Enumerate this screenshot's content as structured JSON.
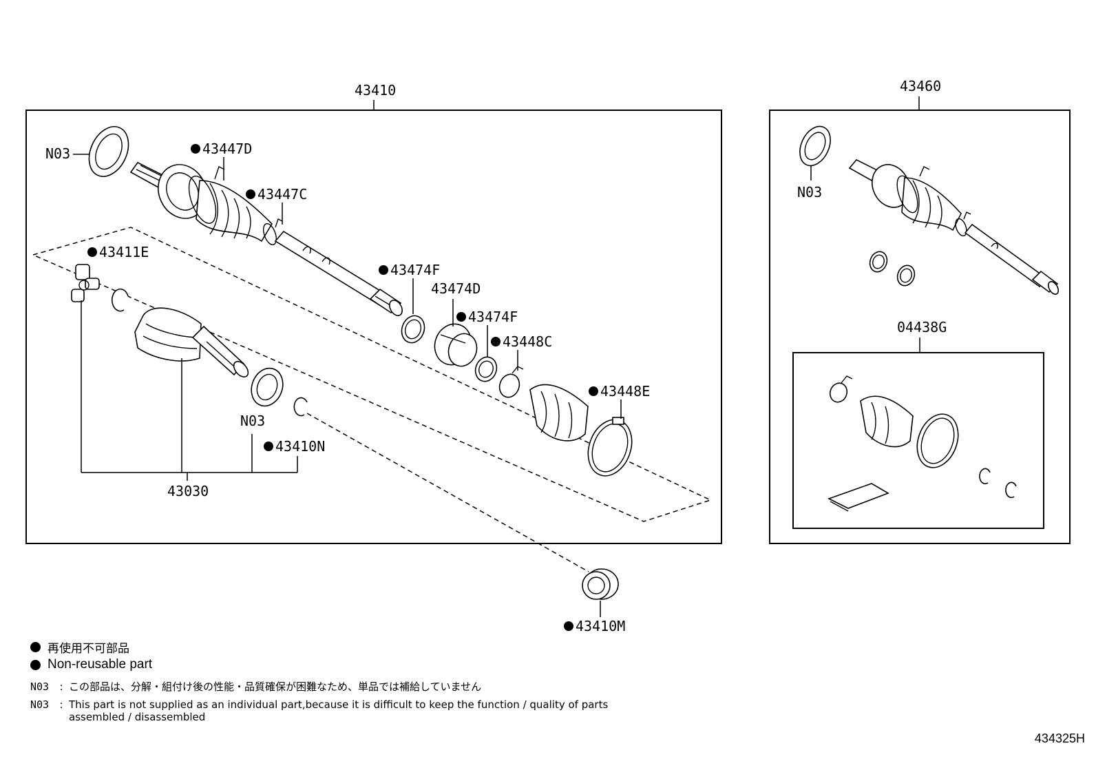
{
  "assemblies": {
    "main_assembly": "43410",
    "right_assembly": "43460",
    "boot_kit": "04438G",
    "inboard_joint": "43030"
  },
  "parts": {
    "n03_main_top": "N03",
    "p43447D": "43447D",
    "p43447C": "43447C",
    "p43411E": "43411E",
    "p43474F_a": "43474F",
    "p43474D": "43474D",
    "p43474F_b": "43474F",
    "p43448C": "43448C",
    "p43448E": "43448E",
    "n03_main_mid": "N03",
    "p43410N": "43410N",
    "p43410M": "43410M",
    "n03_right": "N03"
  },
  "legend": {
    "jp_bullet": "再使用不可部品",
    "en_bullet": "Non-reusable part",
    "note_code_jp": "N03",
    "note_jp": "この部品は、分解・組付け後の性能・品質確保が困難なため、単品では補給していません",
    "note_code_en": "N03",
    "note_en": "This part is not supplied as an individual part,because it is difficult to keep the function / quality of parts assembled / disassembled",
    "separator": ":"
  },
  "diagram_code": "434325H",
  "colors": {
    "ink": "#000000",
    "paper": "#ffffff"
  }
}
